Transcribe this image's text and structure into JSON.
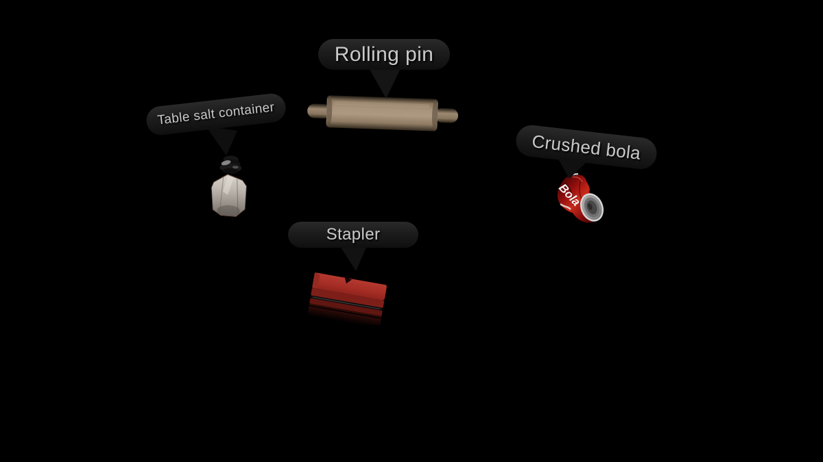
{
  "scene": {
    "background_color": "#000000",
    "bubble": {
      "fill_top": "#2a2a2a",
      "fill_bottom": "#0f0f0f",
      "text_color": "#c9c9c9"
    }
  },
  "labels": [
    {
      "text": "Rolling pin"
    },
    {
      "text": "Table salt container"
    },
    {
      "text": "Crushed bola"
    },
    {
      "text": "Stapler"
    }
  ],
  "objects": [
    {
      "name": "rolling-pin",
      "wood_color": "#a8937c"
    },
    {
      "name": "table-salt-container",
      "glass_color": "#c3bdb5",
      "cap_color": "#161616"
    },
    {
      "name": "crushed-bola",
      "body_color": "#b01c12",
      "brand_text": "Bola",
      "lid_color": "#9a9a9a"
    },
    {
      "name": "stapler",
      "body_color": "#a42d25"
    }
  ]
}
